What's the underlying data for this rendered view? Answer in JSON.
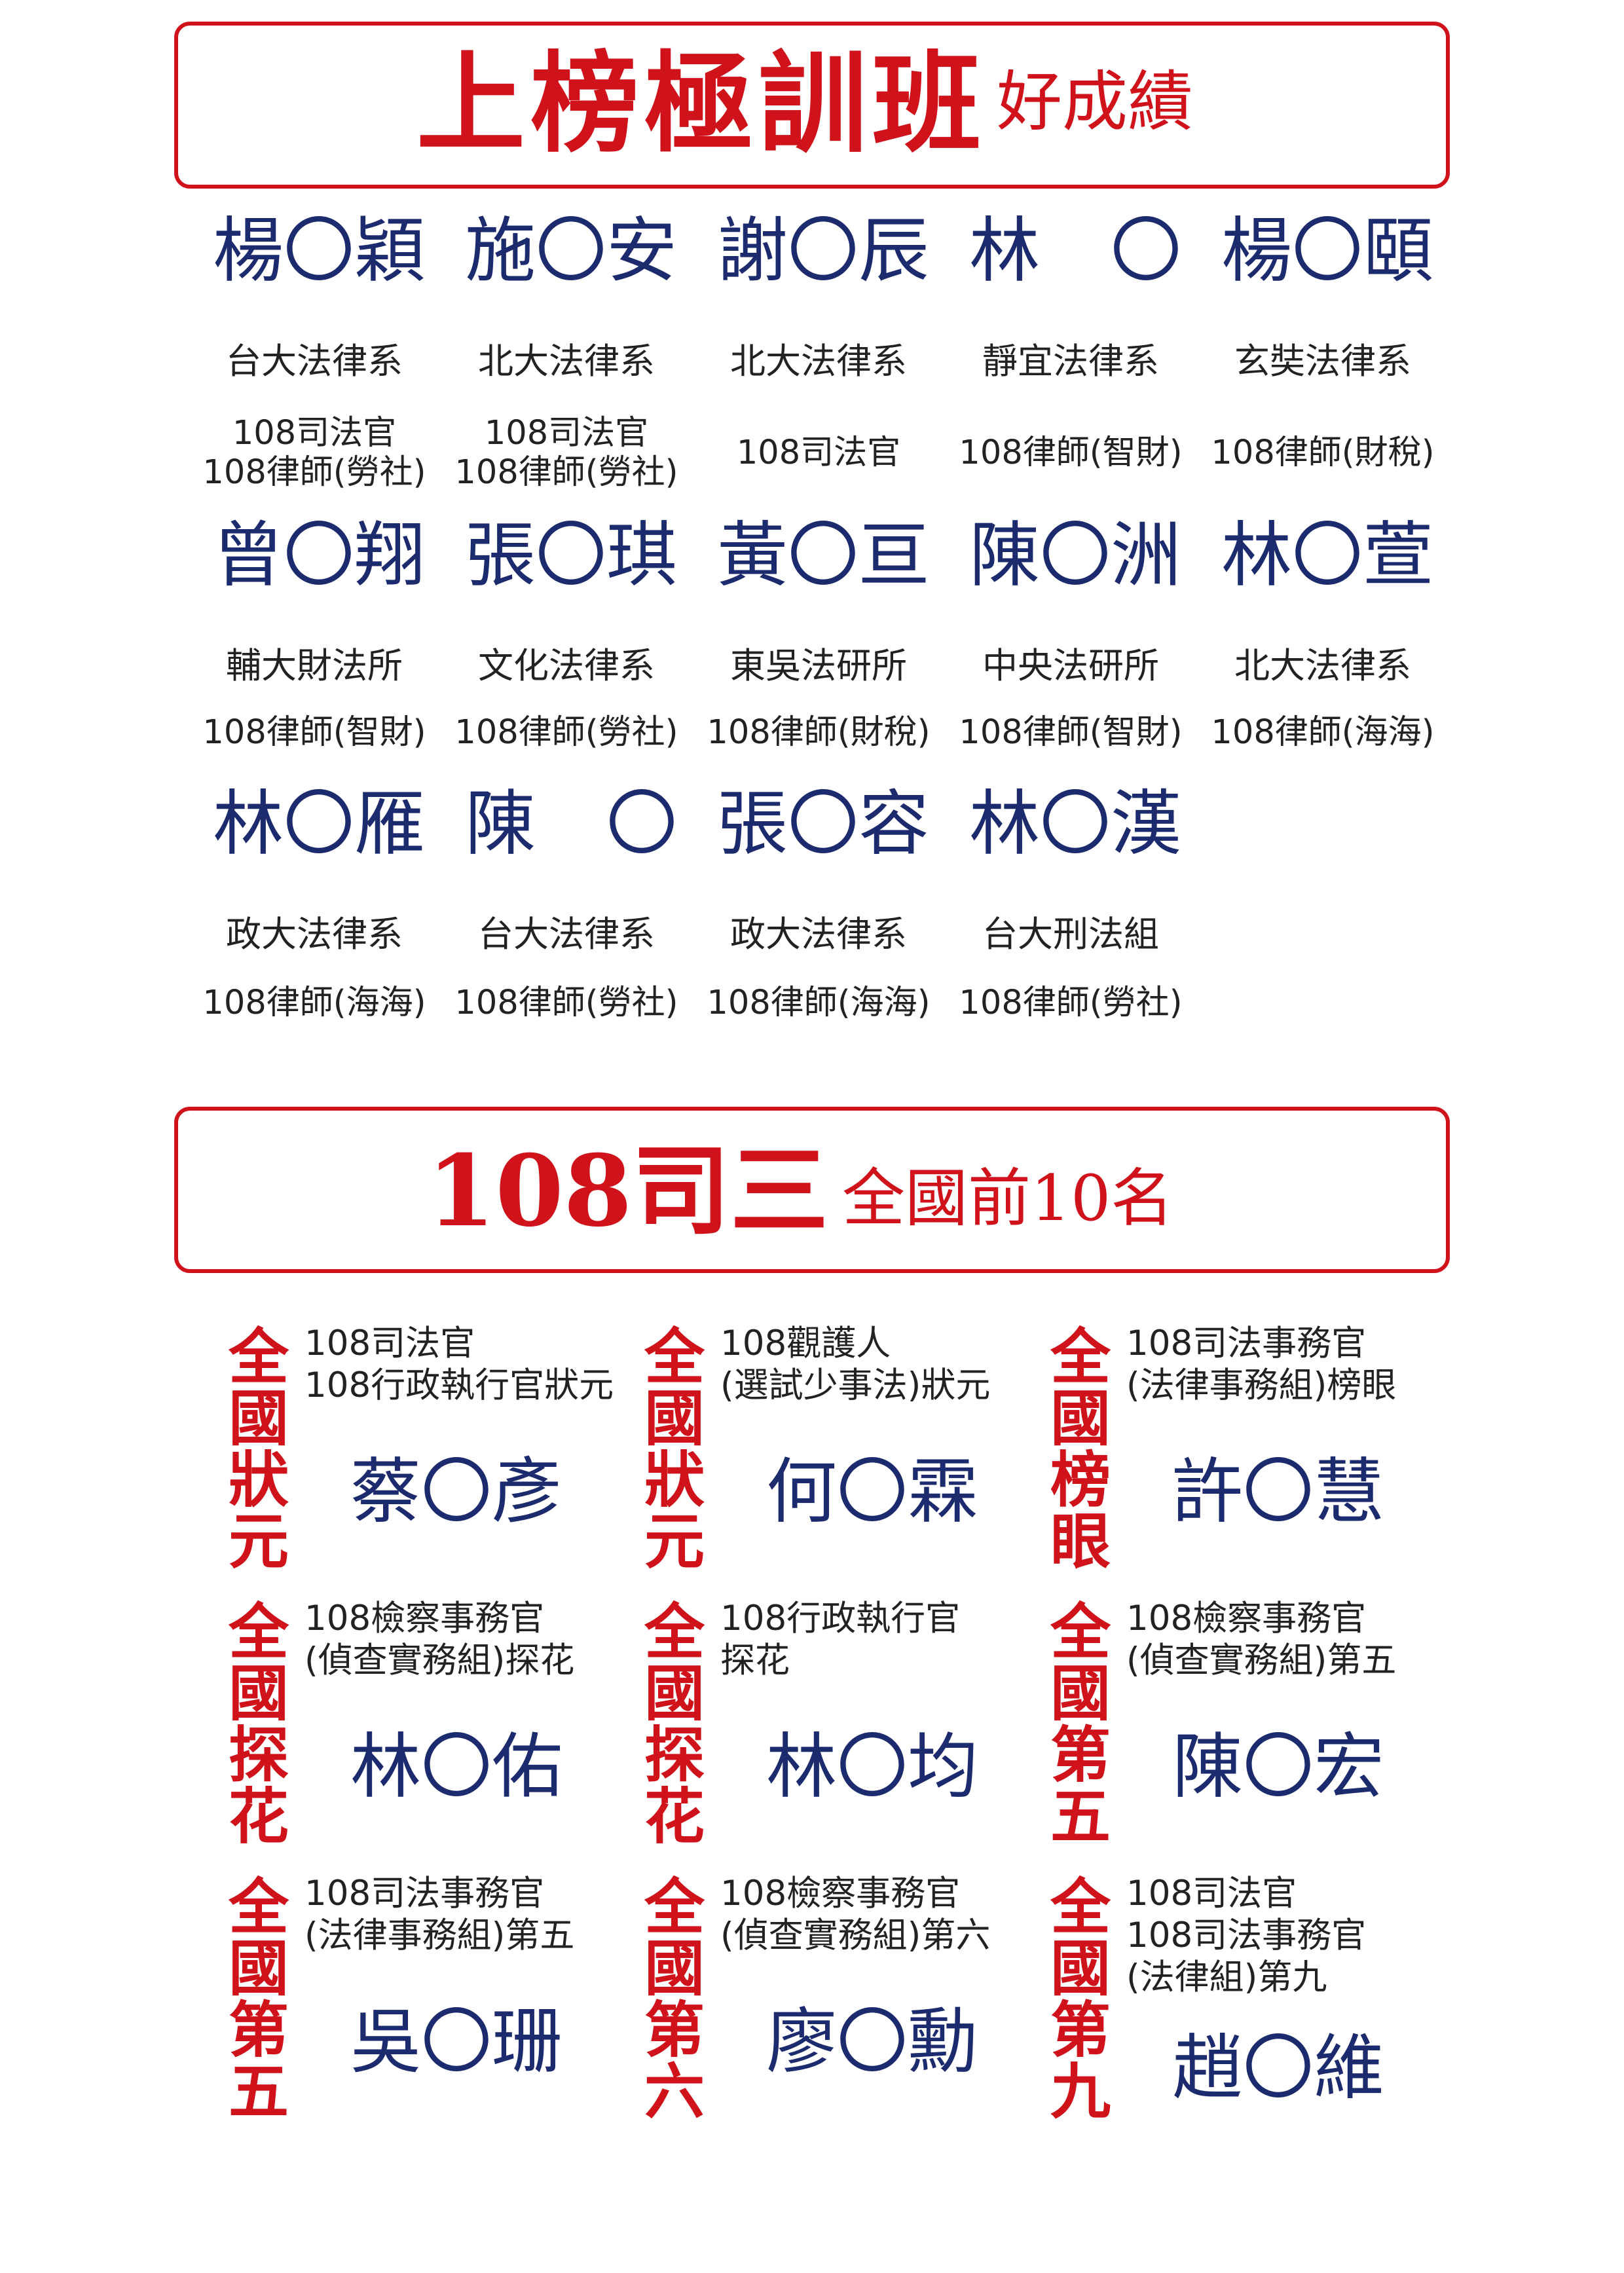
{
  "section1": {
    "title": "上榜極訓班",
    "subtitle": "好成績",
    "students": [
      {
        "name": "楊〇穎",
        "school": "台大法律系",
        "result": [
          "108司法官",
          "108律師(勞社)"
        ]
      },
      {
        "name": "施〇安",
        "school": "北大法律系",
        "result": [
          "108司法官",
          "108律師(勞社)"
        ]
      },
      {
        "name": "謝〇辰",
        "school": "北大法律系",
        "result": [
          "108司法官"
        ]
      },
      {
        "name": "林　〇",
        "school": "靜宜法律系",
        "result": [
          "108律師(智財)"
        ]
      },
      {
        "name": "楊〇頤",
        "school": "玄奘法律系",
        "result": [
          "108律師(財稅)"
        ]
      },
      {
        "name": "曾〇翔",
        "school": "輔大財法所",
        "result": [
          "108律師(智財)"
        ]
      },
      {
        "name": "張〇琪",
        "school": "文化法律系",
        "result": [
          "108律師(勞社)"
        ]
      },
      {
        "name": "黃〇亘",
        "school": "東吳法研所",
        "result": [
          "108律師(財稅)"
        ]
      },
      {
        "name": "陳〇洲",
        "school": "中央法研所",
        "result": [
          "108律師(智財)"
        ]
      },
      {
        "name": "林〇萱",
        "school": "北大法律系",
        "result": [
          "108律師(海海)"
        ]
      },
      {
        "name": "林〇雁",
        "school": "政大法律系",
        "result": [
          "108律師(海海)"
        ]
      },
      {
        "name": "陳　〇",
        "school": "台大法律系",
        "result": [
          "108律師(勞社)"
        ]
      },
      {
        "name": "張〇容",
        "school": "政大法律系",
        "result": [
          "108律師(海海)"
        ]
      },
      {
        "name": "林〇漢",
        "school": "台大刑法組",
        "result": [
          "108律師(勞社)"
        ]
      }
    ]
  },
  "section2": {
    "title": "108司三",
    "subtitle": "全國前10名",
    "top": [
      {
        "rank": "全國狀元",
        "desc": [
          "108司法官",
          "108行政執行官狀元"
        ],
        "name": "蔡〇彥"
      },
      {
        "rank": "全國狀元",
        "desc": [
          "108觀護人",
          "(選試少事法)狀元"
        ],
        "name": "何〇霖"
      },
      {
        "rank": "全國榜眼",
        "desc": [
          "108司法事務官",
          "(法律事務組)榜眼"
        ],
        "name": "許〇慧"
      },
      {
        "rank": "全國探花",
        "desc": [
          "108檢察事務官",
          "(偵查實務組)探花"
        ],
        "name": "林〇佑"
      },
      {
        "rank": "全國探花",
        "desc": [
          "108行政執行官",
          "探花"
        ],
        "name": "林〇均"
      },
      {
        "rank": "全國第五",
        "desc": [
          "108檢察事務官",
          "(偵查實務組)第五"
        ],
        "name": "陳〇宏"
      },
      {
        "rank": "全國第五",
        "desc": [
          "108司法事務官",
          "(法律事務組)第五"
        ],
        "name": "吳〇珊"
      },
      {
        "rank": "全國第六",
        "desc": [
          "108檢察事務官",
          "(偵查實務組)第六"
        ],
        "name": "廖〇勳"
      },
      {
        "rank": "全國第九",
        "desc": [
          "108司法官",
          "108司法事務官",
          "(法律組)第九"
        ],
        "name": "趙〇維"
      }
    ]
  }
}
